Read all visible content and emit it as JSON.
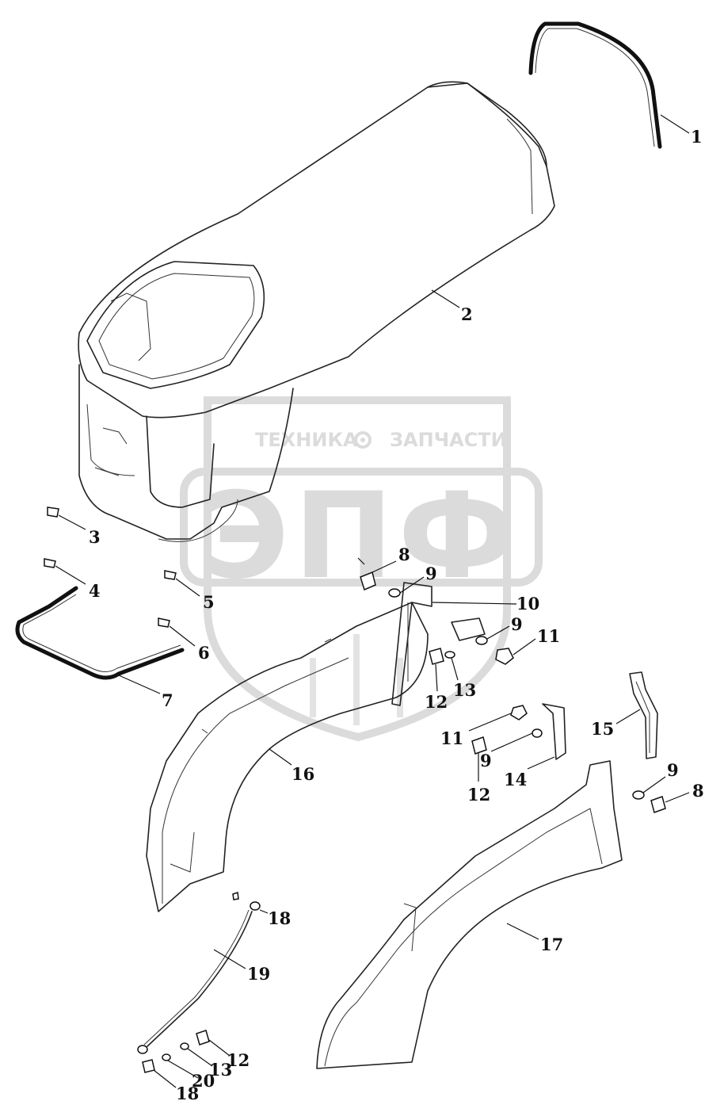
{
  "watermark": {
    "top_text_left": "ТЕХНИКА",
    "top_text_right": "ЗАПЧАСТИ",
    "logo": "ЭПФ",
    "gear_icon": "gear-icon",
    "color": "#d8d8d8"
  },
  "callouts": [
    {
      "id": "c1",
      "text": "1"
    },
    {
      "id": "c2",
      "text": "2"
    },
    {
      "id": "c3",
      "text": "3"
    },
    {
      "id": "c4",
      "text": "4"
    },
    {
      "id": "c5",
      "text": "5"
    },
    {
      "id": "c6",
      "text": "6"
    },
    {
      "id": "c7",
      "text": "7"
    },
    {
      "id": "c8a",
      "text": "8"
    },
    {
      "id": "c9a",
      "text": "9"
    },
    {
      "id": "c10",
      "text": "10"
    },
    {
      "id": "c9b",
      "text": "9"
    },
    {
      "id": "c11a",
      "text": "11"
    },
    {
      "id": "c12a",
      "text": "12"
    },
    {
      "id": "c13a",
      "text": "13"
    },
    {
      "id": "c11b",
      "text": "11"
    },
    {
      "id": "c9c",
      "text": "9"
    },
    {
      "id": "c12b",
      "text": "12"
    },
    {
      "id": "c14",
      "text": "14"
    },
    {
      "id": "c15",
      "text": "15"
    },
    {
      "id": "c9d",
      "text": "9"
    },
    {
      "id": "c8b",
      "text": "8"
    },
    {
      "id": "c16",
      "text": "16"
    },
    {
      "id": "c17",
      "text": "17"
    },
    {
      "id": "c18a",
      "text": "18"
    },
    {
      "id": "c19",
      "text": "19"
    },
    {
      "id": "c12c",
      "text": "12"
    },
    {
      "id": "c13b",
      "text": "13"
    },
    {
      "id": "c20",
      "text": "20"
    },
    {
      "id": "c18b",
      "text": "18"
    }
  ]
}
